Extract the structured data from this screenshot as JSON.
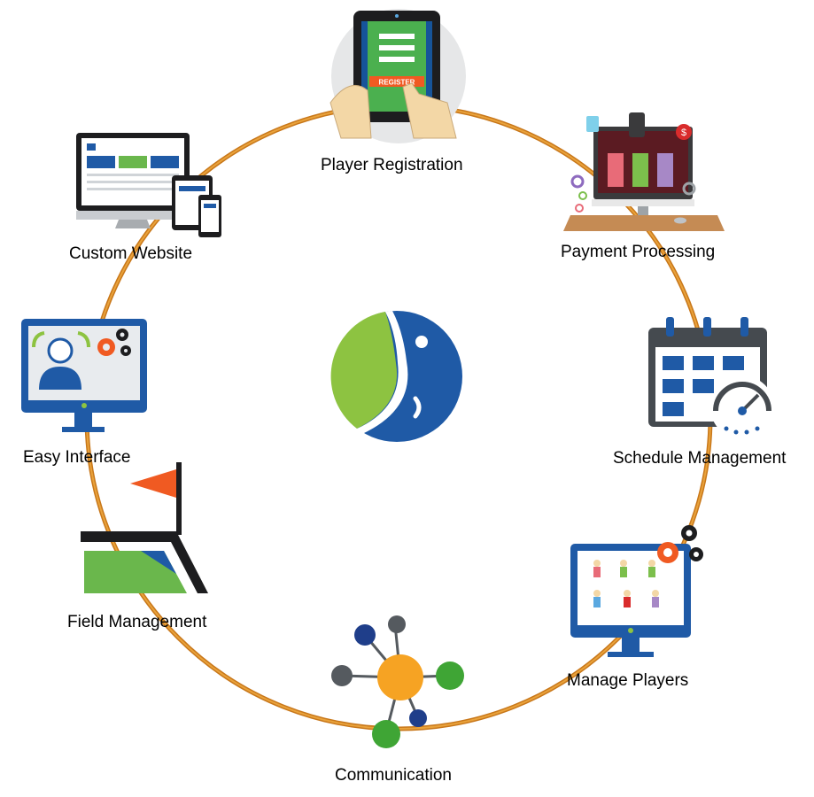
{
  "colors": {
    "ring": "#d98a1d",
    "blue": "#1f5aa6",
    "green": "#8dc341",
    "orange": "#f6a323",
    "gray": "#555a5f",
    "flag": "#f05a22"
  },
  "center_logo": {
    "icon": "circle-swoosh-logo"
  },
  "features": [
    {
      "label": "Player Registration",
      "icon": "tablet-register-icon",
      "screen_text": "REGISTER"
    },
    {
      "label": "Payment Processing",
      "icon": "payment-monitor-icon"
    },
    {
      "label": "Schedule Management",
      "icon": "calendar-gauge-icon"
    },
    {
      "label": "Manage Players",
      "icon": "players-monitor-icon"
    },
    {
      "label": "Communication",
      "icon": "network-nodes-icon"
    },
    {
      "label": "Field Management",
      "icon": "field-flag-icon"
    },
    {
      "label": "Easy Interface",
      "icon": "user-monitor-icon"
    },
    {
      "label": "Custom Website",
      "icon": "responsive-devices-icon"
    }
  ]
}
